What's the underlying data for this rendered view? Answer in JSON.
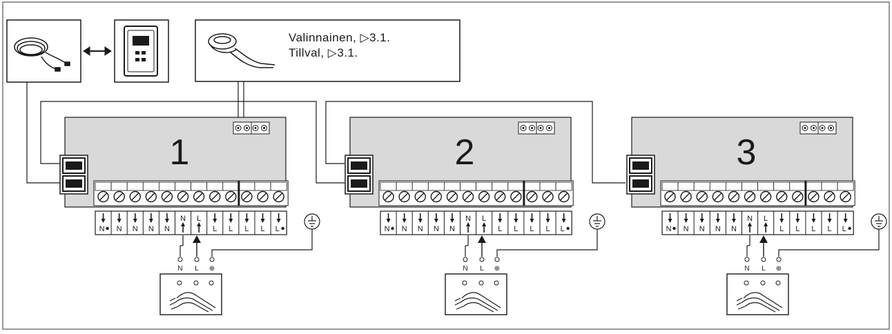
{
  "option_note": {
    "line1": "Valinnainen, ▷3.1.",
    "line2": "Tillval, ▷3.1."
  },
  "units": [
    {
      "number": "1"
    },
    {
      "number": "2"
    },
    {
      "number": "3"
    }
  ],
  "terminal_labels": [
    "N",
    "N",
    "N",
    "N",
    "N",
    "N",
    "L",
    "L",
    "L",
    "L",
    "L",
    "L"
  ],
  "supply_labels": [
    "N",
    "L",
    "⊕"
  ],
  "icons": {
    "cable": "cable-coil-icon",
    "control_panel": "control-panel-icon",
    "bidirectional": "double-arrow-icon",
    "sensor": "sensor-icon",
    "ground": "ground-icon",
    "supply_cable": "supply-cable-icon"
  },
  "colors": {
    "unit_fill": "#d9d9d9",
    "line": "#1a1a1a",
    "frame": "#777777"
  }
}
